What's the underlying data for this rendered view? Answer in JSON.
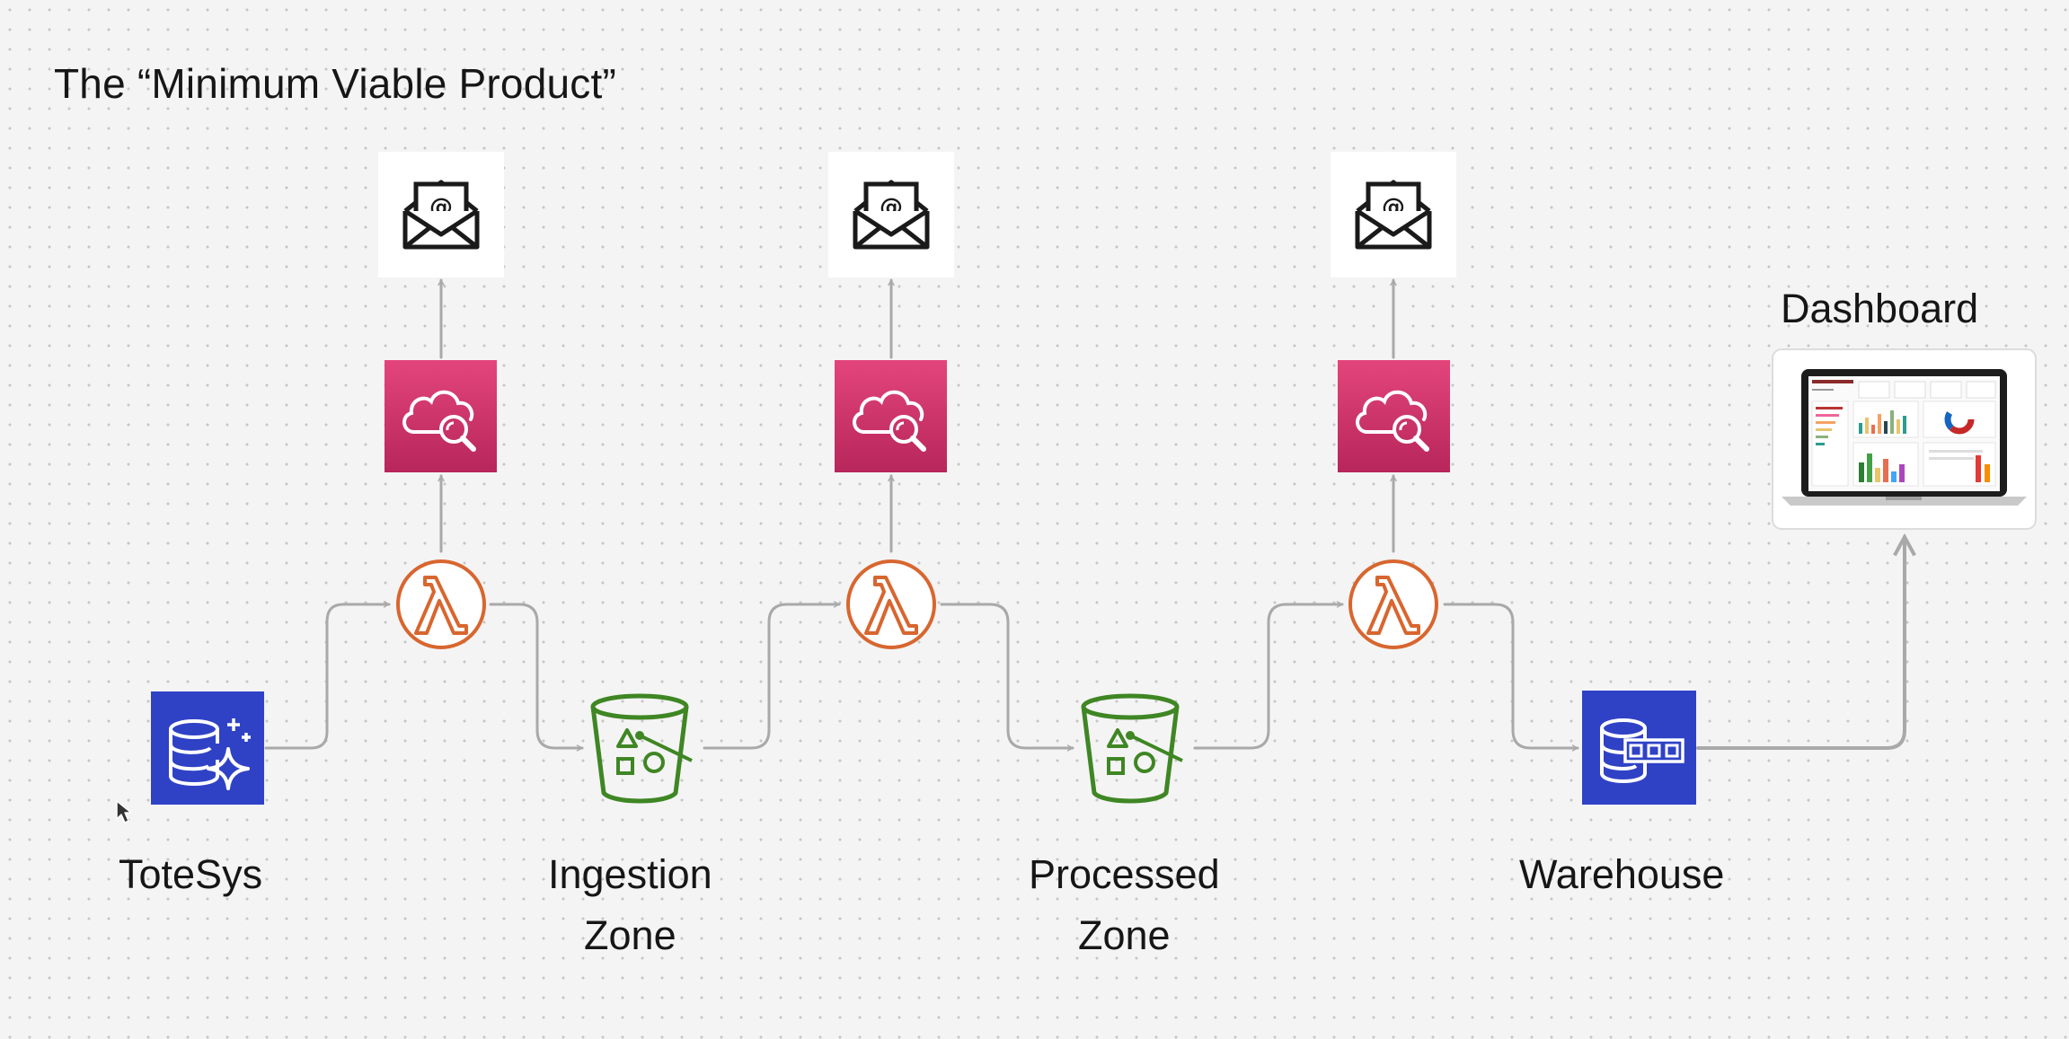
{
  "diagram": {
    "title": "The “Minimum Viable Product”",
    "labels": {
      "source": "ToteSys",
      "ingestion_line1": "Ingestion",
      "ingestion_line2": "Zone",
      "processed_line1": "Processed",
      "processed_line2": "Zone",
      "warehouse": "Warehouse",
      "dashboard": "Dashboard"
    },
    "email_symbol": "@",
    "lambda_symbol": "λ",
    "colors": {
      "lambda": "#d8662f",
      "bucket": "#3f8624",
      "database": "#2f42c6",
      "monitor_top": "#e3457b",
      "monitor_bottom": "#b7265a",
      "arrow": "#a9a9a9"
    },
    "icons": {
      "source": "rds-database-icon",
      "lambda": "lambda-icon",
      "bucket": "s3-bucket-icon",
      "monitor": "cloudwatch-icon",
      "email": "email-envelope-icon",
      "warehouse": "warehouse-database-icon",
      "dashboard": "dashboard-laptop-icon"
    }
  }
}
